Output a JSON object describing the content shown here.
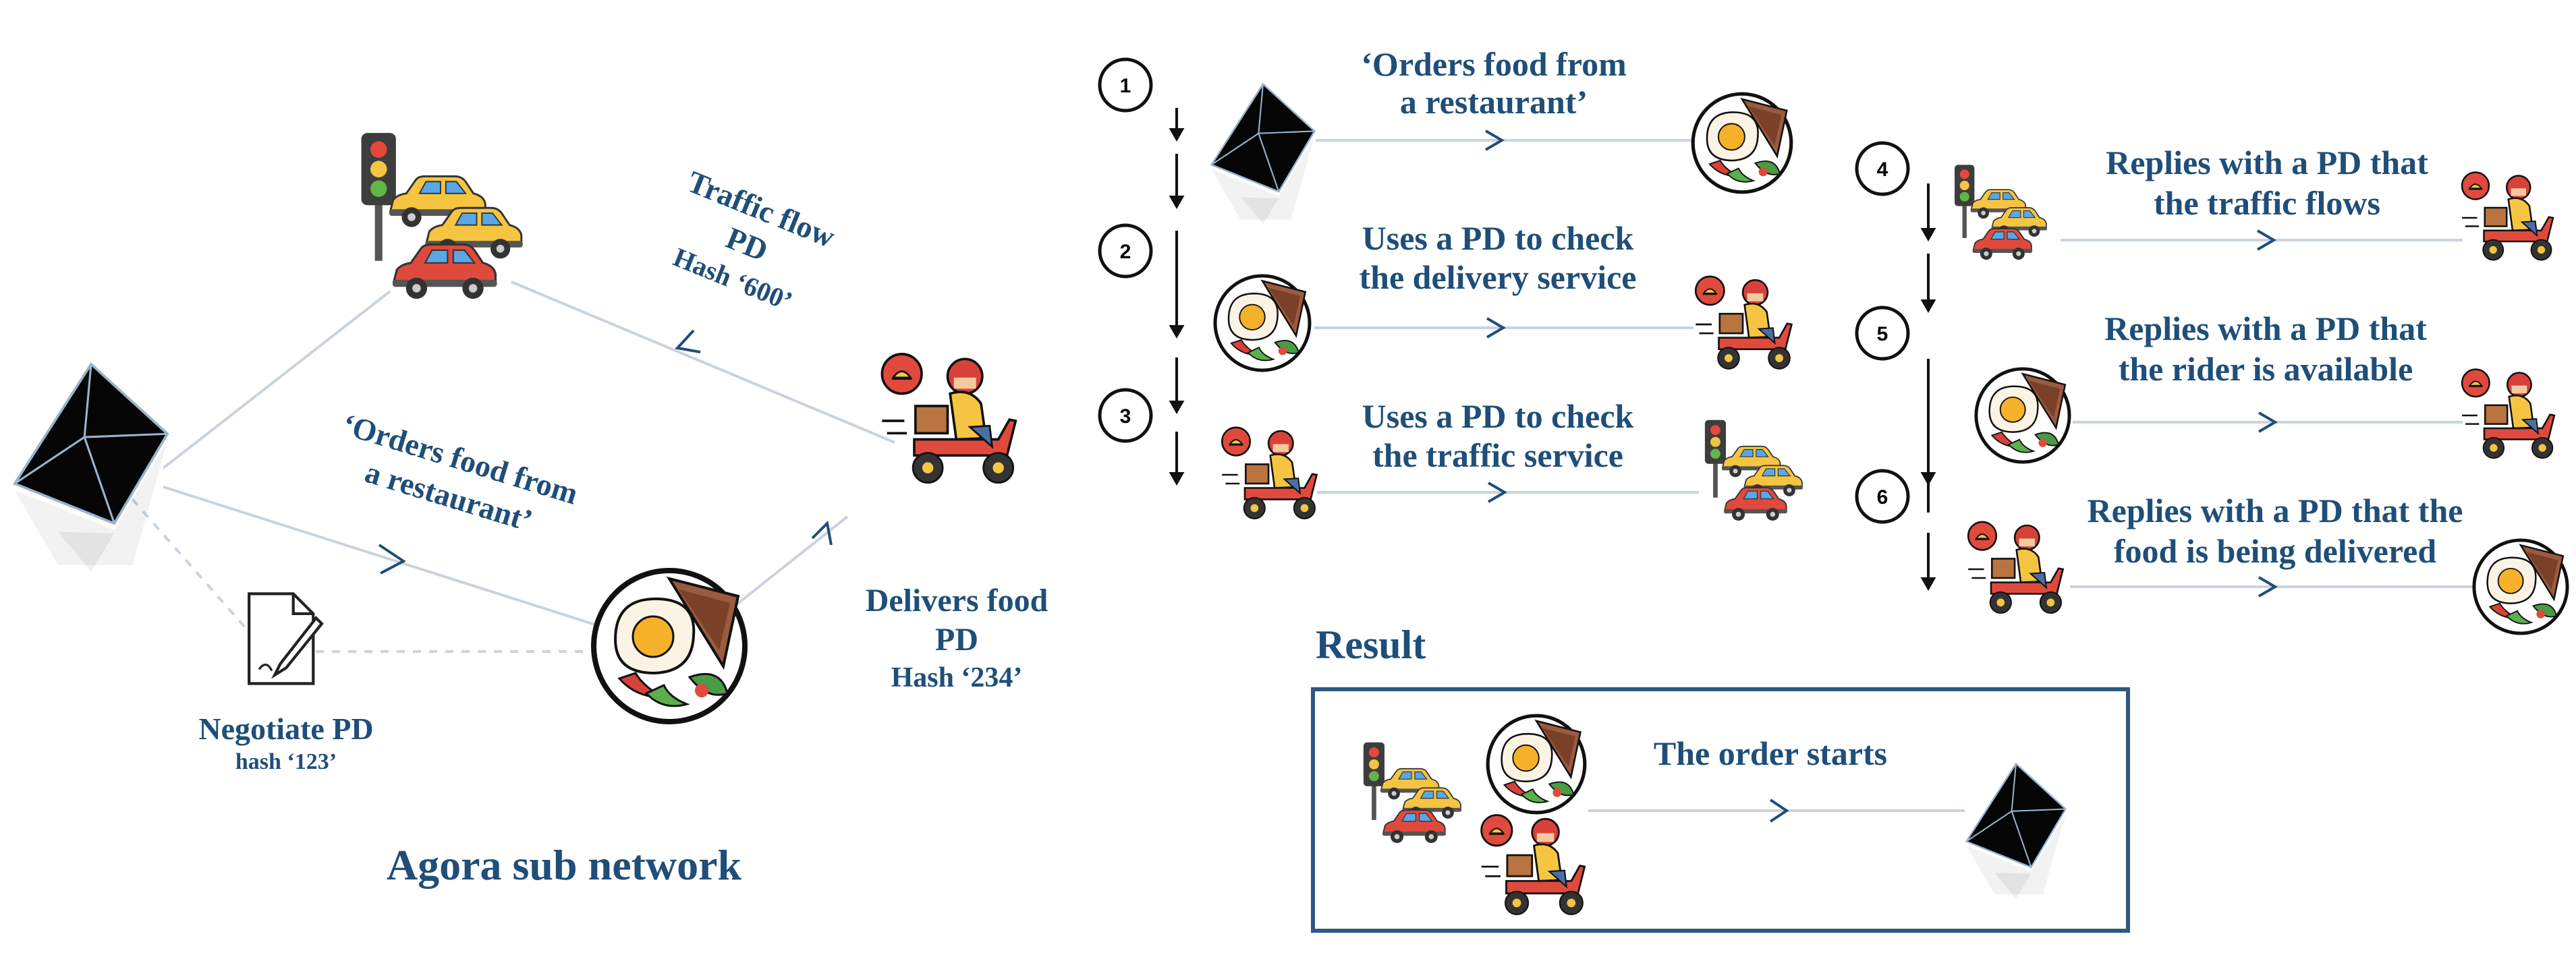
{
  "colors": {
    "text": "#1f4e79",
    "connector": "#c9d3df",
    "result_border": "#2d5882"
  },
  "icons": {
    "agent": "crystal-octahedron-icon",
    "traffic": "traffic-light-cars-icon",
    "restaurant": "fried-egg-plate-icon",
    "rider": "delivery-scooter-icon",
    "document": "document-pen-icon"
  },
  "subnetwork": {
    "title": "Agora sub network",
    "traffic_flow": [
      "Traffic flow",
      "PD",
      "Hash ‘600’"
    ],
    "orders": [
      "‘Orders food from",
      "a restaurant’"
    ],
    "delivers": [
      "Delivers food",
      "PD",
      "Hash ‘234’"
    ],
    "negotiate": "Negotiate PD",
    "negotiate_hash": "hash ‘123’"
  },
  "steps": [
    {
      "number": "1",
      "lines": [
        "‘Orders food from",
        "a restaurant’"
      ]
    },
    {
      "number": "2",
      "lines": [
        "Uses a PD to check",
        "the delivery service"
      ]
    },
    {
      "number": "3",
      "lines": [
        "Uses a PD to check",
        "the traffic service"
      ]
    },
    {
      "number": "4",
      "lines": [
        "Replies with a PD that",
        "the traffic flows"
      ]
    },
    {
      "number": "5",
      "lines": [
        "Replies with a PD that",
        "the rider is available"
      ]
    },
    {
      "number": "6",
      "lines": [
        "Replies with a PD that the",
        "food is being delivered"
      ]
    }
  ],
  "result": {
    "title": "Result",
    "text": "The order starts"
  }
}
